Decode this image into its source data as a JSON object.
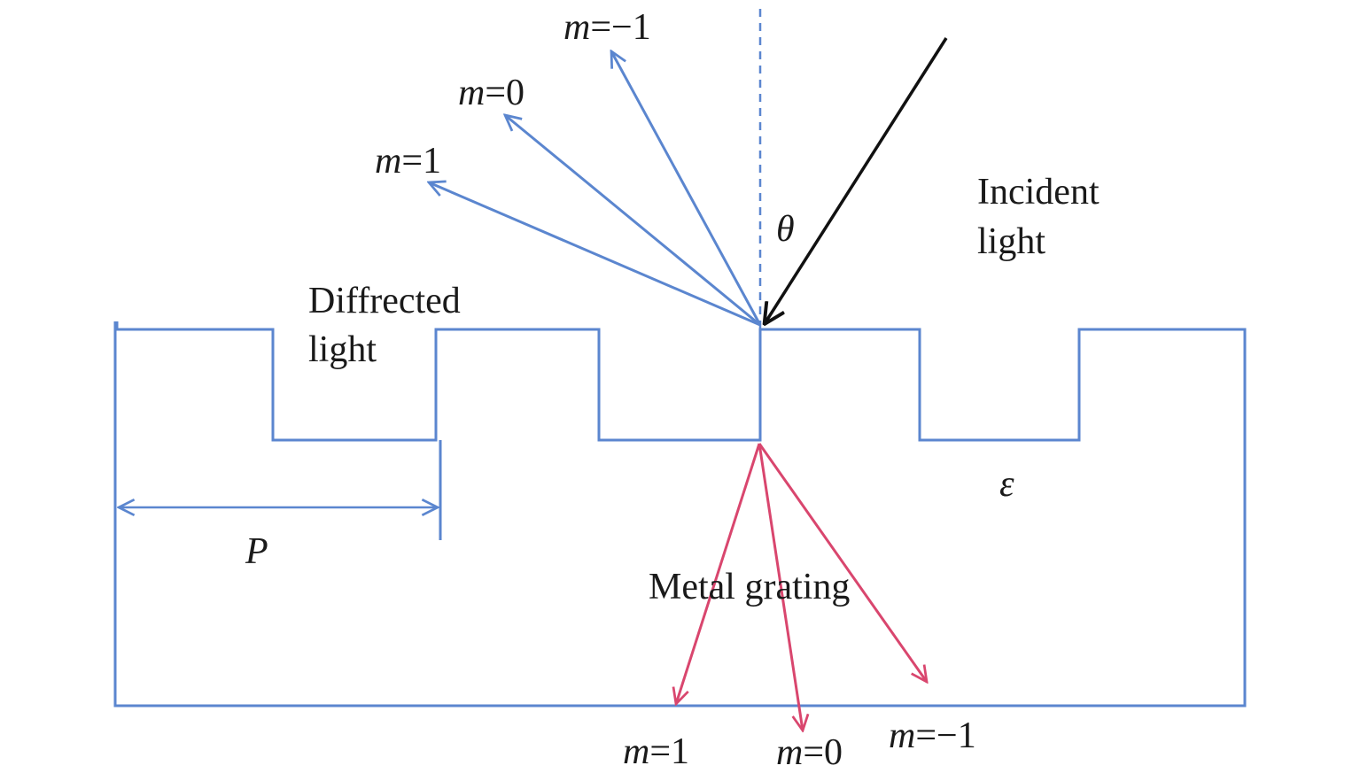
{
  "colors": {
    "grating": "#5b86cf",
    "reflected": "#5b86cf",
    "transmitted": "#d9466e",
    "incident": "#111111",
    "normal": "#5b86cf",
    "text": "#1a1a1a"
  },
  "labels": {
    "incident_line1": "Incident",
    "incident_line2": "light",
    "diffracted_line1": "Diffrected",
    "diffracted_line2": "light",
    "metal_grating": "Metal grating",
    "theta": "θ",
    "epsilon": "ε",
    "period": "P"
  },
  "reflected_orders": [
    {
      "m": "m",
      "eq": "=−1"
    },
    {
      "m": "m",
      "eq": "=0"
    },
    {
      "m": "m",
      "eq": "=1"
    }
  ],
  "transmitted_orders": [
    {
      "m": "m",
      "eq": "=1"
    },
    {
      "m": "m",
      "eq": "=0"
    },
    {
      "m": "m",
      "eq": "=−1"
    }
  ]
}
